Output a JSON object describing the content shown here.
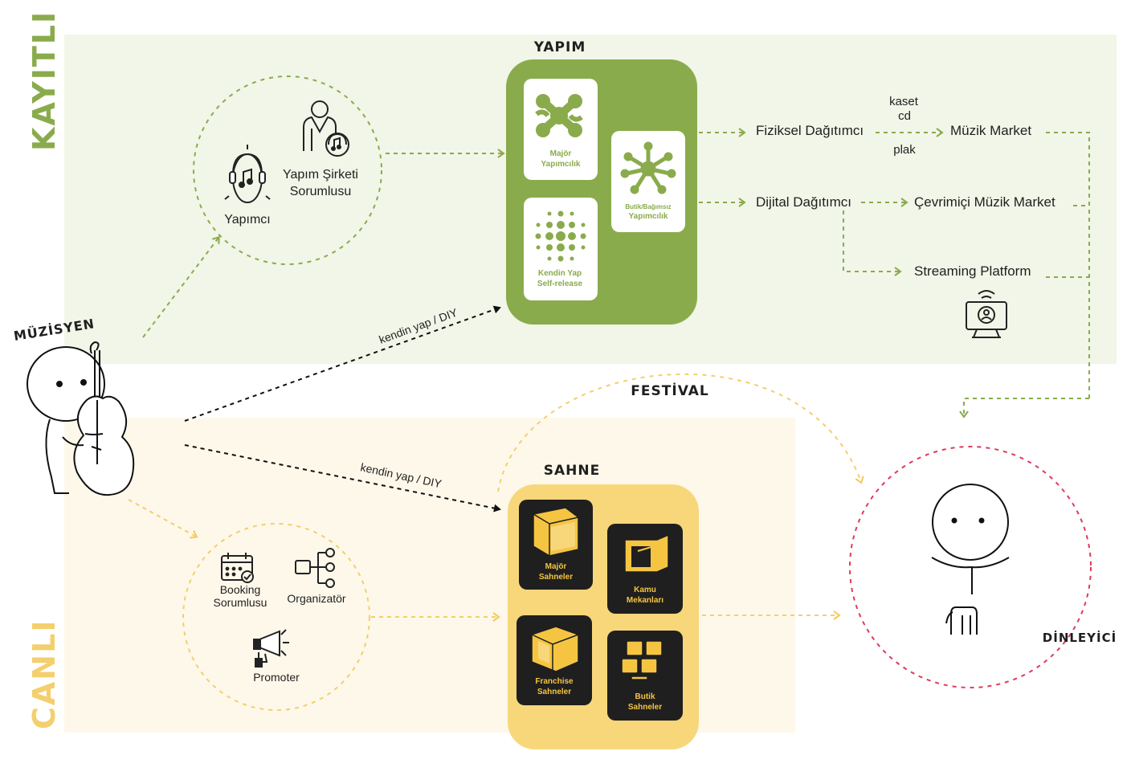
{
  "sections": {
    "recorded": "KAYITLI",
    "live": "CANLI"
  },
  "actors": {
    "musician": "MÜZİSYEN",
    "listener": "DİNLEYİCİ"
  },
  "production": {
    "title": "YAPIM",
    "roles": {
      "producer": "Yapımcı",
      "label_manager_line1": "Yapım Şirketi",
      "label_manager_line2": "Sorumlusu"
    },
    "cards": {
      "major_line1": "Majör",
      "major_line2": "Yapımcılık",
      "boutique_line1": "Butik/Bağımsız",
      "boutique_line2": "Yapımcılık",
      "diy_line1": "Kendin Yap",
      "diy_line2": "Self-release"
    }
  },
  "distribution": {
    "physical": "Fiziksel Dağıtımcı",
    "digital": "Dijital Dağıtımcı",
    "formats": [
      "kaset",
      "cd",
      "plak"
    ],
    "music_market": "Müzik Market",
    "online_market": "Çevrimiçi Müzik Market",
    "streaming": "Streaming Platform"
  },
  "live": {
    "roles": {
      "booking_line1": "Booking",
      "booking_line2": "Sorumlusu",
      "organizer": "Organizatör",
      "promoter": "Promoter"
    },
    "stage_title": "SAHNE",
    "festival": "FESTİVAL",
    "cards": {
      "major_line1": "Majör",
      "major_line2": "Sahneler",
      "public_line1": "Kamu",
      "public_line2": "Mekanları",
      "franchise_line1": "Franchise",
      "franchise_line2": "Sahneler",
      "boutique_line1": "Butik",
      "boutique_line2": "Sahneler"
    }
  },
  "diy_label": "kendin yap / DIY",
  "colors": {
    "green": "#8aab4c",
    "green_light": "#f1f6e8",
    "yellow": "#f5c542",
    "yellow_light": "#fdf8ea",
    "dark": "#1f1f1f",
    "listener_ring": "#e0395a"
  }
}
